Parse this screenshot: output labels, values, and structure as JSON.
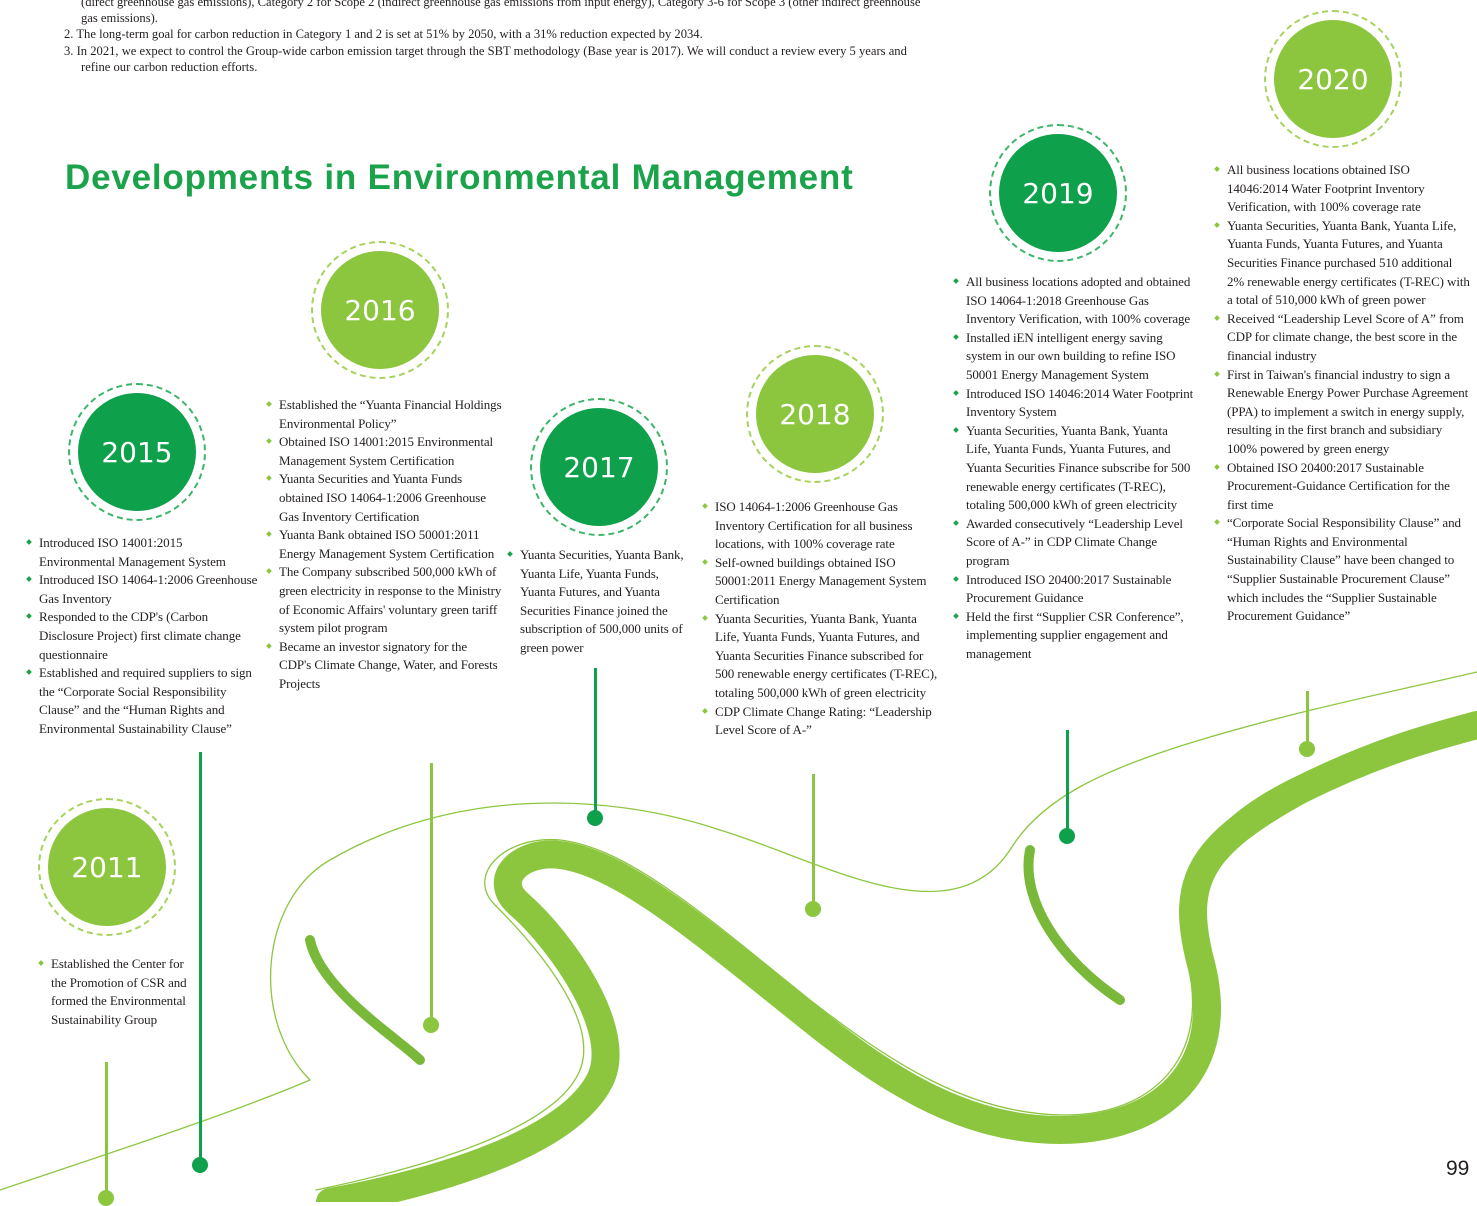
{
  "notes": [
    "(direct greenhouse gas emissions), Category 2 for Scope 2 (indirect greenhouse gas emissions from input energy), Category 3-6 for Scope 3 (other indirect greenhouse",
    "gas emissions).",
    "2. The long-term goal for carbon reduction in Category 1 and 2 is set at 51% by 2050, with a 31% reduction expected by 2034.",
    "3. In 2021, we expect to control the Group-wide carbon emission target through the SBT methodology (Base year is 2017). We will conduct a review every 5 years and",
    "refine our carbon reduction efforts."
  ],
  "heading": "Developments in Environmental Management",
  "page_number": "99",
  "timeline": [
    {
      "year": "2011",
      "items": [
        "Established the Center for the Promotion of CSR and formed the Environmental Sustainability Group"
      ]
    },
    {
      "year": "2015",
      "items": [
        "Introduced ISO 14001:2015 Environmental Management System",
        "Introduced ISO 14064-1:2006 Greenhouse Gas Inventory",
        "Responded to the CDP's (Carbon Disclosure Project) first climate change questionnaire",
        "Established and required suppliers to sign the “Corporate Social Responsibility Clause” and the “Human Rights and Environmental Sustainability Clause”"
      ]
    },
    {
      "year": "2016",
      "items": [
        "Established the “Yuanta Financial Holdings Environmental Policy”",
        "Obtained ISO 14001:2015 Environmental Management System Certification",
        "Yuanta Securities and Yuanta Funds obtained ISO 14064-1:2006 Greenhouse Gas Inventory Certification",
        "Yuanta Bank obtained ISO 50001:2011 Energy Management System Certification",
        "The Company subscribed 500,000 kWh of green electricity in response to the Ministry of Economic Affairs' voluntary green tariff system pilot program",
        "Became an investor signatory for the CDP's Climate Change, Water, and Forests Projects"
      ]
    },
    {
      "year": "2017",
      "items": [
        "Yuanta Securities, Yuanta Bank, Yuanta Life, Yuanta Funds, Yuanta Futures, and Yuanta Securities Finance joined the subscription of 500,000 units of green power"
      ]
    },
    {
      "year": "2018",
      "items": [
        "ISO 14064-1:2006 Greenhouse Gas Inventory Certification for all business locations, with 100% coverage rate",
        "Self-owned buildings obtained ISO 50001:2011 Energy Management System Certification",
        "Yuanta Securities, Yuanta Bank, Yuanta Life, Yuanta Funds, Yuanta Futures, and Yuanta Securities Finance subscribed for 500 renewable energy certificates (T-REC), totaling 500,000 kWh of green electricity",
        "CDP Climate Change Rating: “Leadership Level Score of A-”"
      ]
    },
    {
      "year": "2019",
      "items": [
        "All business locations adopted and obtained ISO 14064-1:2018 Greenhouse Gas Inventory Verification, with 100% coverage",
        "Installed iEN intelligent energy saving system in our own building to refine ISO 50001 Energy Management System",
        "Introduced ISO 14046:2014 Water Footprint Inventory System",
        "Yuanta Securities, Yuanta Bank, Yuanta Life, Yuanta Funds, Yuanta Futures, and Yuanta Securities Finance subscribe for 500 renewable energy certificates (T-REC), totaling 500,000 kWh of green electricity",
        "Awarded consecutively “Leadership Level Score of A-” in CDP Climate Change program",
        "Introduced ISO 20400:2017 Sustainable Procurement Guidance",
        "Held the first “Supplier CSR Conference”, implementing supplier engagement and management"
      ]
    },
    {
      "year": "2020",
      "items": [
        "All business locations obtained ISO 14046:2014 Water Footprint Inventory Verification, with 100% coverage rate",
        "Yuanta Securities, Yuanta Bank, Yuanta Life, Yuanta Funds, Yuanta Futures, and Yuanta Securities Finance purchased 510 additional 2% renewable energy certificates (T-REC) with a total of 510,000 kWh of green power",
        "Received “Leadership Level Score of A” from CDP for climate change, the best score in the financial industry",
        "First in Taiwan's financial industry to sign a Renewable Energy Power Purchase Agreement (PPA) to implement a switch in energy supply, resulting in the first branch and subsidiary 100% powered by green energy",
        "Obtained ISO 20400:2017 Sustainable Procurement-Guidance Certification for the first time",
        "“Corporate Social Responsibility Clause” and “Human Rights and Environmental Sustainability Clause” have been changed to “Supplier Sustainable Procurement Clause” which includes the “Supplier Sustainable Procurement Guidance”"
      ]
    }
  ]
}
